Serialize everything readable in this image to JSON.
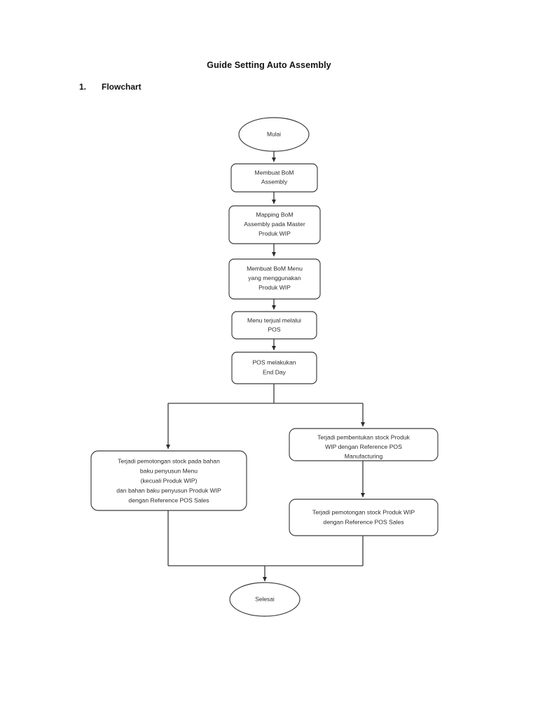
{
  "document": {
    "title": "Guide Setting Auto Assembly",
    "section_number": "1.",
    "section_label": "Flowchart"
  },
  "colors": {
    "page_background": "#ffffff",
    "stroke": "#3a3a3a",
    "text": "#2b2b2b",
    "heading_text": "#111111"
  },
  "chart_data": {
    "type": "diagram",
    "title": "Guide Setting Auto Assembly",
    "nodes": [
      {
        "id": "start",
        "shape": "terminator",
        "lines": [
          "Mulai"
        ]
      },
      {
        "id": "bom-assembly",
        "shape": "process",
        "lines": [
          "Membuat BoM",
          "Assembly"
        ]
      },
      {
        "id": "mapping-bom",
        "shape": "process",
        "lines": [
          "Mapping BoM",
          "Assembly pada Master",
          "Produk WIP"
        ]
      },
      {
        "id": "bom-menu",
        "shape": "process",
        "lines": [
          "Membuat BoM Menu",
          "yang menggunakan",
          "Produk WIP"
        ]
      },
      {
        "id": "menu-terjual",
        "shape": "process",
        "lines": [
          "Menu terjual melalui",
          "POS"
        ]
      },
      {
        "id": "pos-end-day",
        "shape": "process",
        "lines": [
          "POS melakukan",
          "End Day"
        ]
      },
      {
        "id": "pemotongan-bahan-baku",
        "shape": "process",
        "lines": [
          "Terjadi pemotongan stock pada bahan",
          "baku penyusun Menu",
          "(kecuali Produk WIP)",
          "dan bahan baku penyusun Produk WIP",
          "dengan Reference POS Sales"
        ]
      },
      {
        "id": "pembentukan-stock-wip",
        "shape": "process",
        "lines": [
          "Terjadi pembentukan stock Produk",
          "WIP dengan Reference POS",
          "Manufacturing"
        ]
      },
      {
        "id": "pemotongan-stock-wip",
        "shape": "process",
        "lines": [
          "Terjadi pemotongan stock Produk WIP",
          "dengan Reference POS Sales"
        ]
      },
      {
        "id": "end",
        "shape": "terminator",
        "lines": [
          "Selesai"
        ]
      }
    ],
    "edges": [
      {
        "from": "start",
        "to": "bom-assembly"
      },
      {
        "from": "bom-assembly",
        "to": "mapping-bom"
      },
      {
        "from": "mapping-bom",
        "to": "bom-menu"
      },
      {
        "from": "bom-menu",
        "to": "menu-terjual"
      },
      {
        "from": "menu-terjual",
        "to": "pos-end-day"
      },
      {
        "from": "pos-end-day",
        "to": "pemotongan-bahan-baku"
      },
      {
        "from": "pos-end-day",
        "to": "pembentukan-stock-wip"
      },
      {
        "from": "pembentukan-stock-wip",
        "to": "pemotongan-stock-wip"
      },
      {
        "from": "pemotongan-bahan-baku",
        "to": "end"
      },
      {
        "from": "pemotongan-stock-wip",
        "to": "end"
      }
    ]
  }
}
